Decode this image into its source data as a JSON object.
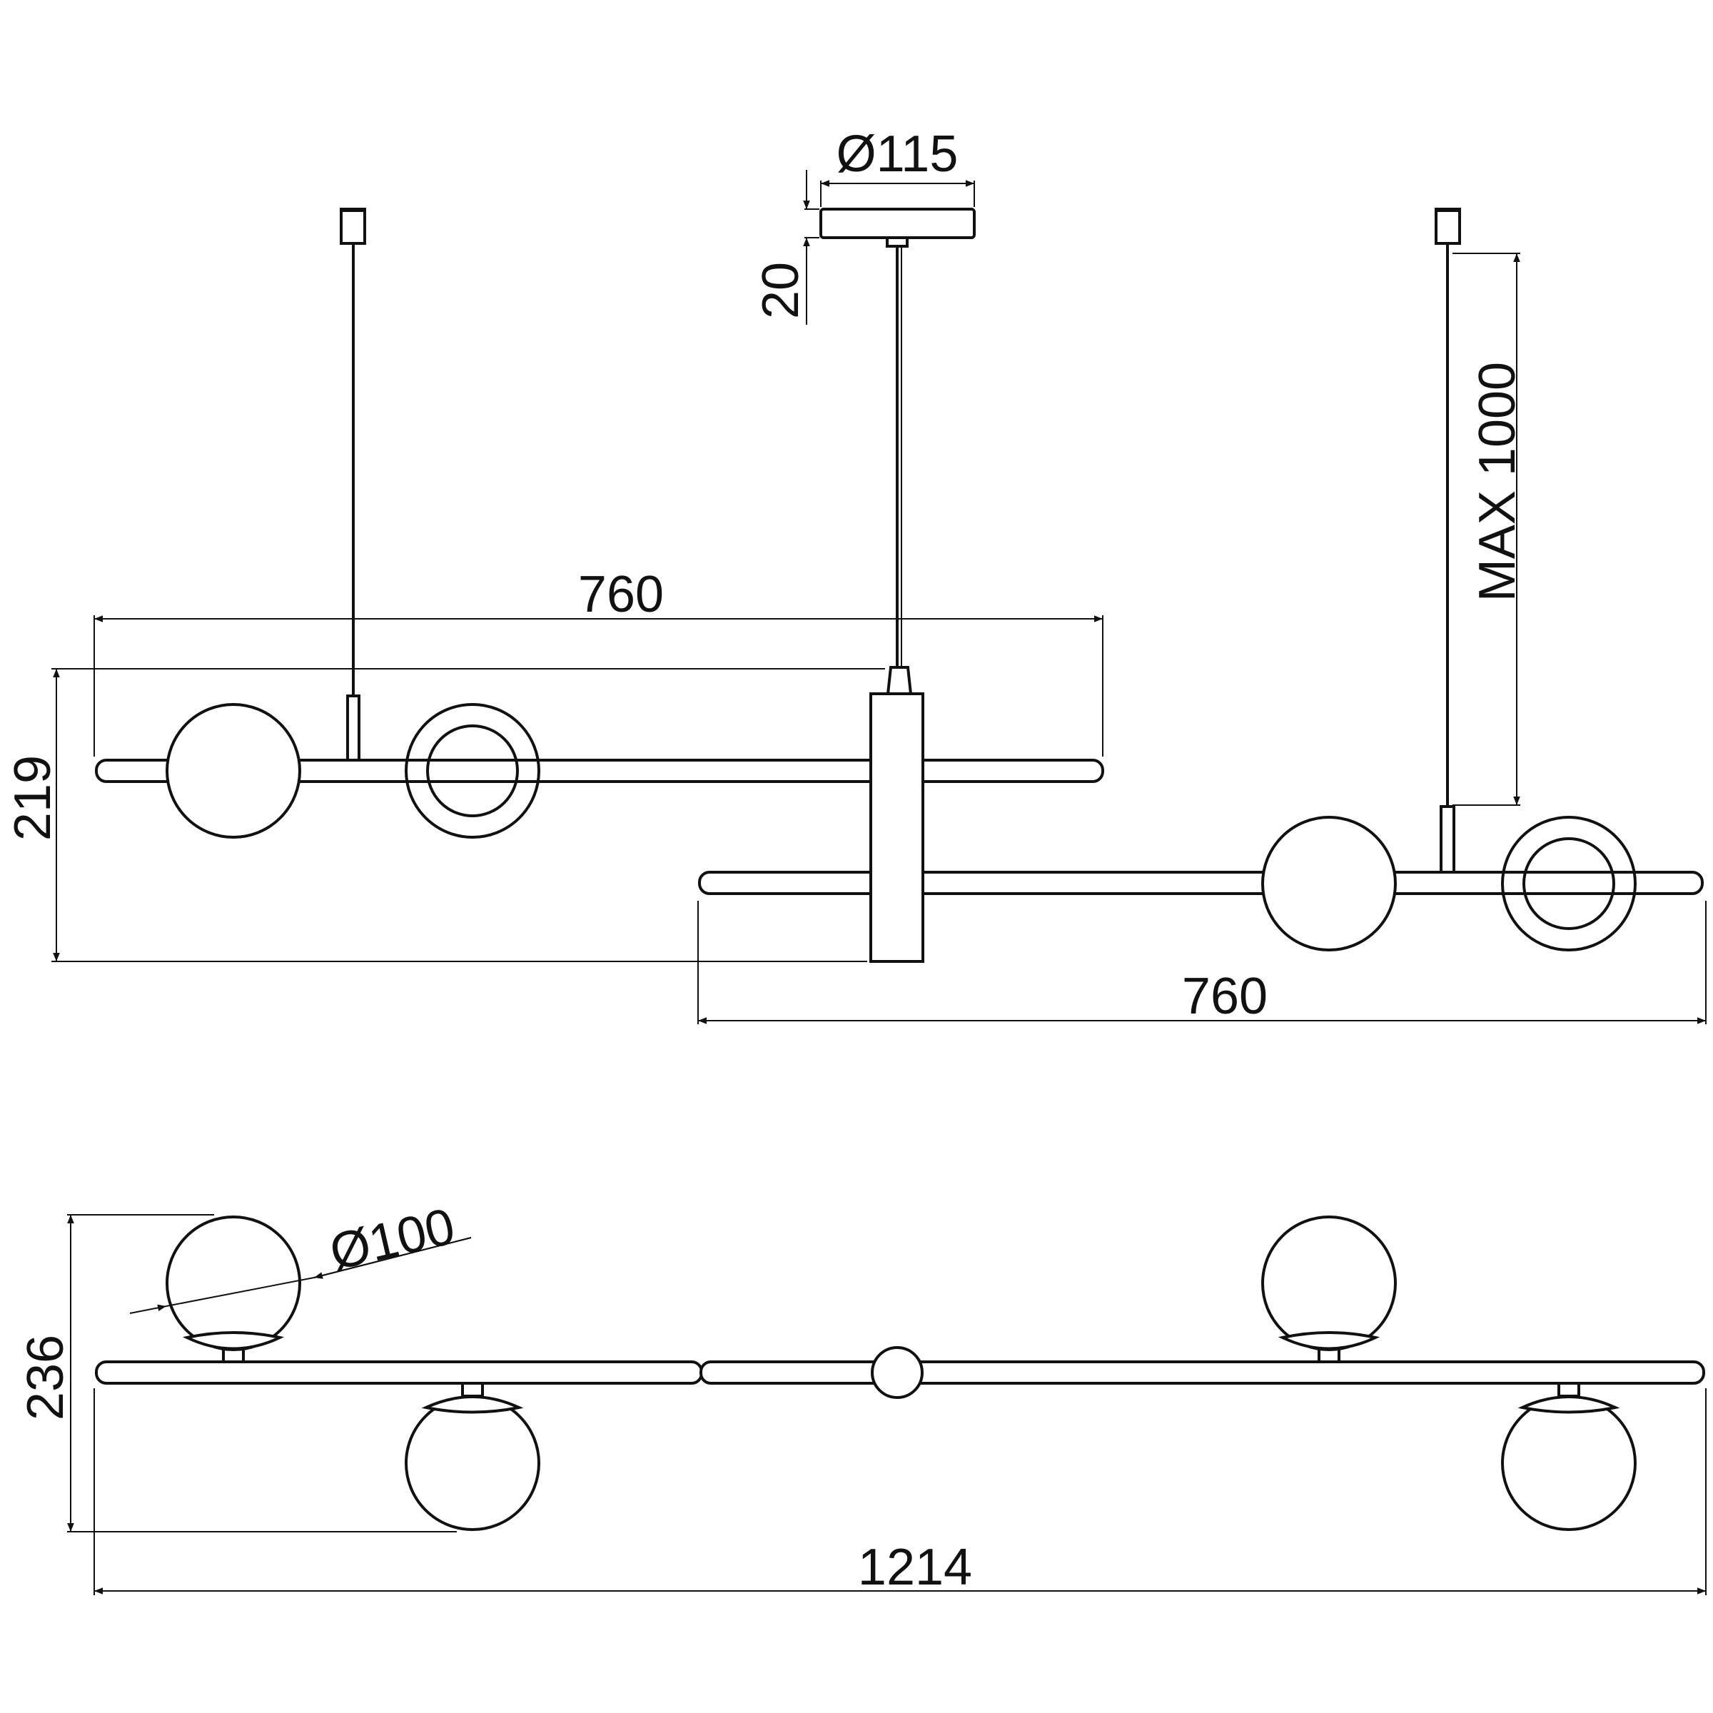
{
  "dimensions": {
    "canopy_diameter": "Ø115",
    "canopy_height": "20",
    "max_suspension": "MAX 1000",
    "upper_bar_length": "760",
    "lower_bar_length": "760",
    "side_height": "219",
    "globe_diameter": "Ø100",
    "top_view_height": "236",
    "total_length": "1214"
  }
}
